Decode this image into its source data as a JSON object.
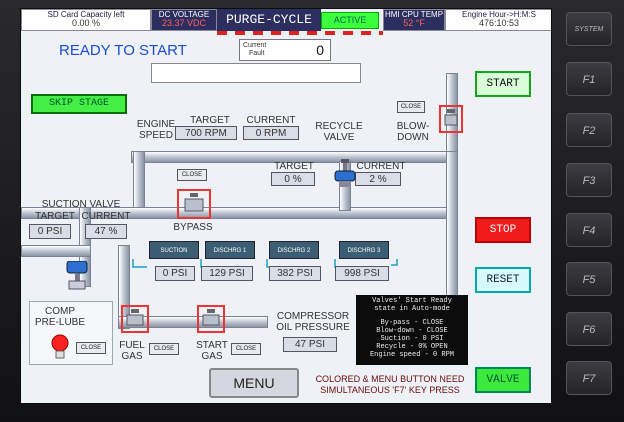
{
  "header": {
    "sd_card_label": "SD Card Capacity left",
    "sd_card_value": "0.00 %",
    "dc_voltage_label": "DC VOLTAGE",
    "dc_voltage_value": "23.37 VDC",
    "cycle_title": "PURGE-CYCLE",
    "cycle_state": "ACTIVE",
    "cpu_temp_label": "HMI CPU TEMP",
    "cpu_temp_value": "52 °F",
    "engine_hour_label": "Engine Hour->H:M:S",
    "engine_hour_value": "476:10:53"
  },
  "status": {
    "ready_text": "READY TO START",
    "fault_label_1": "Current",
    "fault_label_2": "Fault",
    "fault_value": "0",
    "message": ""
  },
  "buttons": {
    "skip_stage": "SKIP STAGE",
    "start": "START",
    "stop": "STOP",
    "reset": "RESET",
    "valve": "VALVE",
    "menu": "MENU",
    "menu_note_1": "COLORED & MENU BUTTON NEED",
    "menu_note_2": "SIMULTANEOUS 'F7' KEY PRESS"
  },
  "engine_speed": {
    "label_1": "ENGINE",
    "label_2": "SPEED",
    "target_label": "TARGET",
    "target_value": "700 RPM",
    "current_label": "CURRENT",
    "current_value": "0 RPM"
  },
  "recycle_valve": {
    "label_1": "RECYCLE",
    "label_2": "VALVE",
    "target_label": "TARGET",
    "target_value": "0 %",
    "current_label": "CURRENT",
    "current_value": "2 %"
  },
  "blowdown": {
    "label_1": "BLOW-",
    "label_2": "DOWN",
    "close_label": "CLOSE"
  },
  "bypass": {
    "label": "BYPASS",
    "close_label": "CLOSE"
  },
  "suction_valve": {
    "label": "SUCTION VALVE",
    "target_label": "TARGET",
    "current_label": "CURRENT",
    "target_value": "0 PSI",
    "current_value": "47 %"
  },
  "stages": [
    {
      "label": "SUCTION",
      "value": "0 PSI"
    },
    {
      "label": "DISCHRG 1",
      "value": "129 PSI"
    },
    {
      "label": "DISCHRG 2",
      "value": "382 PSI"
    },
    {
      "label": "DISCHRG 3",
      "value": "998 PSI"
    }
  ],
  "prelube": {
    "label_1": "COMP",
    "label_2": "PRE-LUBE",
    "close_label": "CLOSE"
  },
  "fuel_gas": {
    "label_1": "FUEL",
    "label_2": "GAS",
    "close_label": "CLOSE"
  },
  "start_gas": {
    "label_1": "START",
    "label_2": "GAS",
    "close_label": "CLOSE"
  },
  "oil_pressure": {
    "label_1": "COMPRESSOR",
    "label_2": "OIL PRESSURE",
    "value": "47 PSI"
  },
  "info_box": {
    "line_1": "Valves' Start Ready",
    "line_2": "state in Auto-mode",
    "line_3": "By-pass - CLOSE",
    "line_4": "Blow-down - CLOSE",
    "line_5": "Suction - 0 PSI",
    "line_6": "Recycle - 0% OPEN",
    "line_7": "Engine speed - 0 RPM"
  },
  "function_keys": [
    "SYSTEM",
    "F1",
    "F2",
    "F3",
    "F4",
    "F5",
    "F6",
    "F7"
  ],
  "colors": {
    "header_dark": "#2b2e5e",
    "active_green": "#3cff3c",
    "stop_red": "#f01c1c",
    "ready_blue": "#1b4cd3",
    "valve_green": "#3ce83c",
    "reset_cyan": "#d6faff",
    "stage_box": "#3c5e74"
  }
}
